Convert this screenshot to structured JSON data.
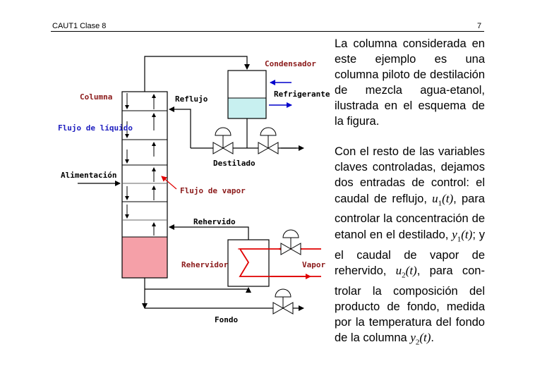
{
  "header": {
    "left": "CAUT1 Clase 8",
    "page_number": "7"
  },
  "diagram": {
    "labels": {
      "condensador": "Condensador",
      "columna": "Columna",
      "reflujo": "Reflujo",
      "refrigerante": "Refrigerante",
      "flujo_liquido": "Flujo de líquido",
      "alimentacion": "Alimentación",
      "destilado": "Destilado",
      "flujo_vapor": "Flujo de vapor",
      "rehervido": "Rehervido",
      "rehervidor": "Rehervidor",
      "vapor": "Vapor",
      "fondo": "Fondo"
    },
    "colors": {
      "red_label": "#8b1a1a",
      "blue_label": "#2020c0",
      "arrow_red": "#e00000",
      "arrow_blue": "#0000cc",
      "liquid_pink": "#f5a0a8",
      "liquid_cyan": "#c8f0f0"
    }
  },
  "text": {
    "p1": "La columna considerada en este ejemplo es una columna piloto de destilación de mezcla agua-etanol, ilustrada en el esquema de la figura.",
    "p2a": "Con el resto de las varia­bles claves controladas, dejamos dos entradas de control: el caudal de re­flujo, ",
    "u1": "u",
    "u1_sub": "1",
    "t": "(t)",
    "p2b": ", para controlar la concentración de eta­nol en el destilado, ",
    "y1": "y",
    "y1_sub": "1",
    "p2c": "; y el caudal de vapor de rehervido, ",
    "u2": "u",
    "u2_sub": "2",
    "p2d": ", para con­trolar la composición del producto de fondo, medi­da por la temperatura del fondo de la columna ",
    "y2": "y",
    "y2_sub": "2",
    "p2e": "."
  }
}
